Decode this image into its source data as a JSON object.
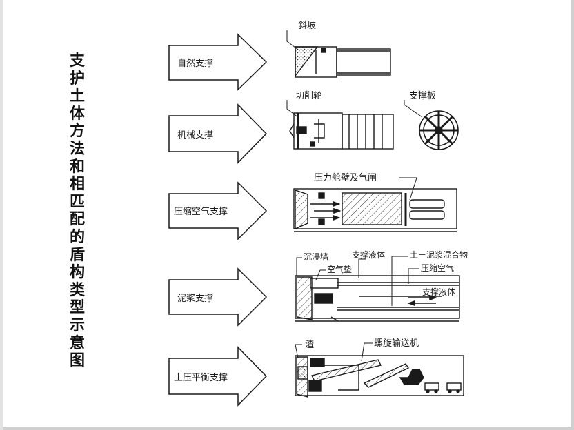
{
  "title_chars": [
    "支",
    "护",
    "土",
    "体",
    "方",
    "法",
    "和",
    "相",
    "匹",
    "配",
    "的",
    "盾",
    "构",
    "类",
    "型",
    "示",
    "意",
    "图"
  ],
  "rows": [
    {
      "arrow_label": "自然支撑",
      "callouts": [
        "斜坡"
      ]
    },
    {
      "arrow_label": "机械支撑",
      "callouts": [
        "切削轮",
        "支撑板"
      ]
    },
    {
      "arrow_label": "压缩空气支撑",
      "callouts": [
        "压力舱壁及气闸"
      ]
    },
    {
      "arrow_label": "泥浆支撑",
      "callouts": [
        "沉浸墙",
        "空气垫",
        "支撑液体",
        "土－泥浆混合物",
        "压缩空气",
        "支撑液体"
      ]
    },
    {
      "arrow_label": "土压平衡支撑",
      "callouts": [
        "渣",
        "螺旋输送机"
      ]
    }
  ],
  "colors": {
    "background": "#ffffff",
    "line": "#1a1a1a",
    "frame_shadow": "#d0d0d0"
  }
}
